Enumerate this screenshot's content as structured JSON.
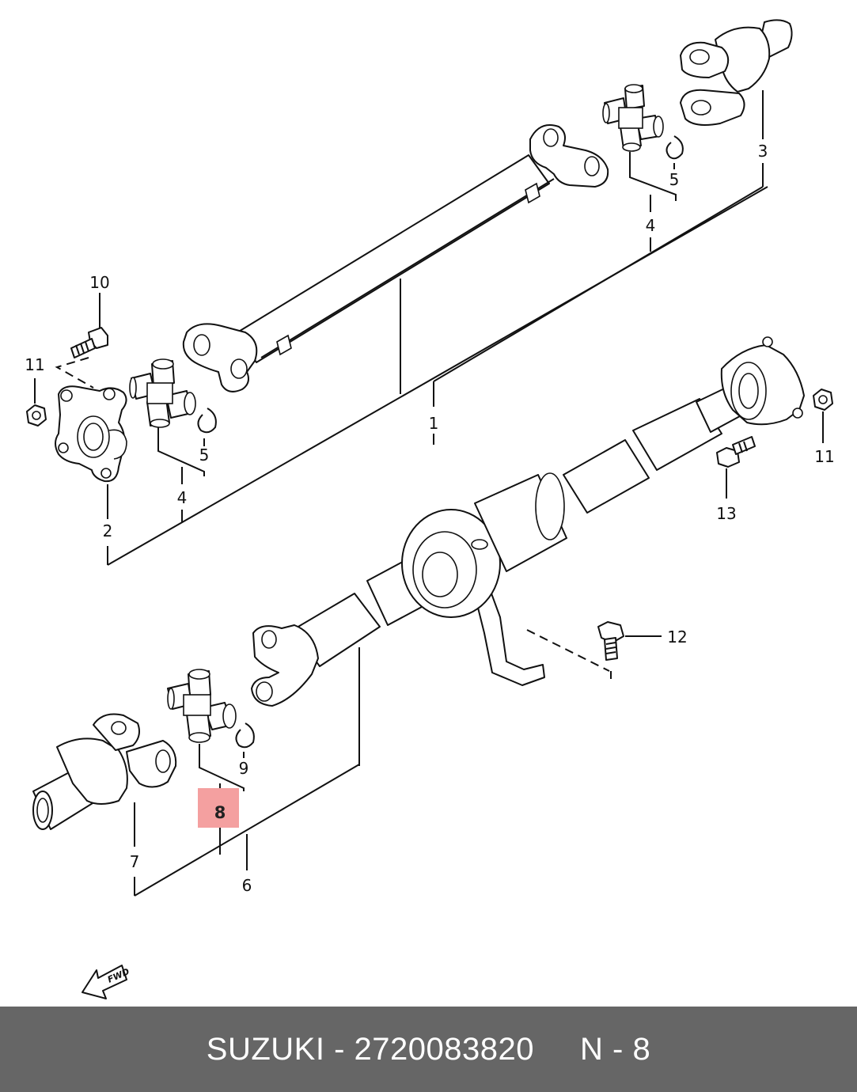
{
  "diagram": {
    "callouts": {
      "c1": "1",
      "c2": "2",
      "c3": "3",
      "c4a": "4",
      "c4b": "4",
      "c5a": "5",
      "c5b": "5",
      "c6": "6",
      "c7": "7",
      "c8": "8",
      "c9": "9",
      "c10": "10",
      "c11a": "11",
      "c11b": "11",
      "c12": "12",
      "c13": "13"
    },
    "highlight_color": "#f4a0a0",
    "fwd_arrow_text": "FWD"
  },
  "footer": {
    "brand": "SUZUKI",
    "separator": "-",
    "part_number": "2720083820",
    "position_code": "N - 8",
    "background_color": "#666666"
  }
}
